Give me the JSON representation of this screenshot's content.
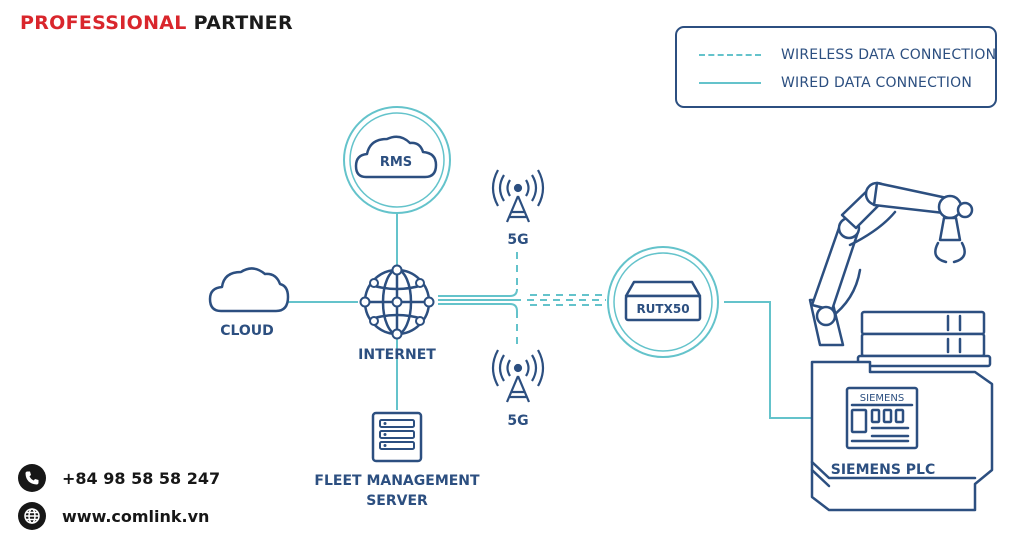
{
  "header": {
    "brand_part1": "PROFESSIONAL",
    "brand_part2": "PARTNER"
  },
  "legend": {
    "wireless": "WIRELESS DATA CONNECTION",
    "wired": "WIRED DATA CONNECTION"
  },
  "nodes": {
    "rms": "RMS",
    "cloud": "CLOUD",
    "internet": "INTERNET",
    "fleet_line1": "FLEET MANAGEMENT",
    "fleet_line2": "SERVER",
    "tower_top": "5G",
    "tower_bottom": "5G",
    "router": "RUTX50",
    "plc_brand": "SIEMENS",
    "plc_label": "SIEMENS PLC"
  },
  "contact": {
    "phone": "+84 98 58 58 247",
    "website": "www.comlink.vn"
  },
  "colors": {
    "brand_red": "#d9262c",
    "navy": "#2c4f80",
    "teal": "#64c3cb"
  },
  "icons": [
    "phone-icon",
    "globe-icon",
    "cloud-icon",
    "server-icon",
    "tower-icon",
    "router-icon",
    "robot-arm-icon",
    "plc-icon"
  ]
}
